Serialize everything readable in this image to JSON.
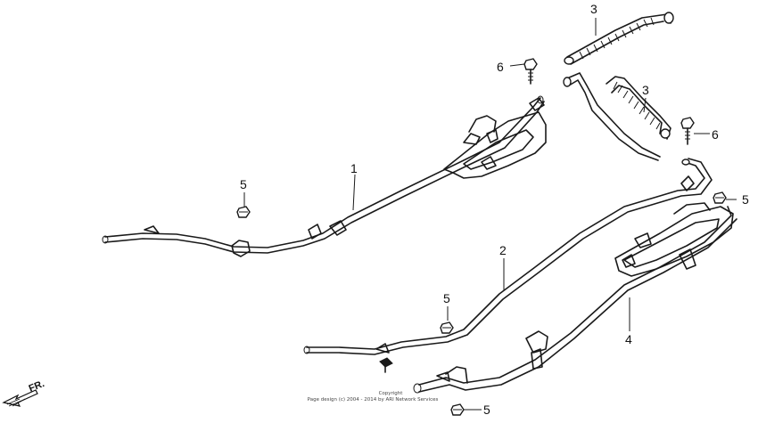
{
  "callouts": {
    "c1": "1",
    "c2": "2",
    "c3a": "3",
    "c3b": "3",
    "c4": "4",
    "c5a": "5",
    "c5b": "5",
    "c5c": "5",
    "c5d": "5",
    "c6a": "6",
    "c6b": "6"
  },
  "direction": {
    "label": "FR."
  },
  "copyright": {
    "line1": "Copyright",
    "line2": "Page design (c) 2004 - 2014 by ARI Network Services"
  }
}
